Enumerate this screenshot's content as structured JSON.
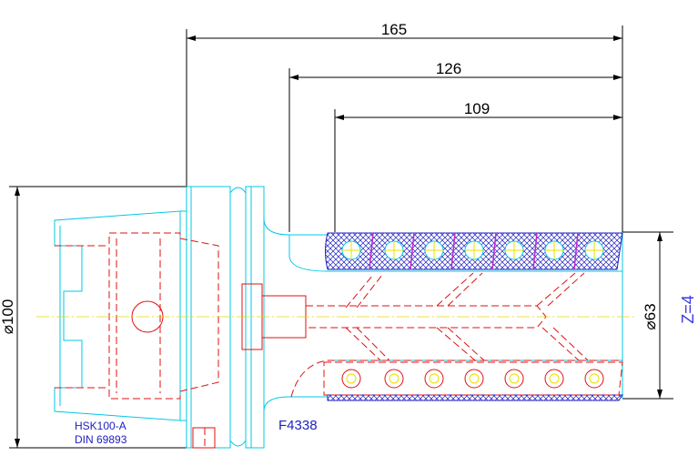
{
  "dimensions": {
    "overall_length": "165",
    "cutting_length": "126",
    "flute_length": "109",
    "flange_diameter": "⌀100",
    "cutter_diameter": "⌀63",
    "teeth_count": "Z=4"
  },
  "labels": {
    "interface": "HSK100-A",
    "standard": "DIN 69893",
    "part_number": "F4338"
  },
  "colors": {
    "outline": "#00c8e6",
    "hidden": "#e01010",
    "dimension": "#000000",
    "text": "#2020c0",
    "centerline": "#e8d800",
    "hatch": "#c02ad0"
  }
}
